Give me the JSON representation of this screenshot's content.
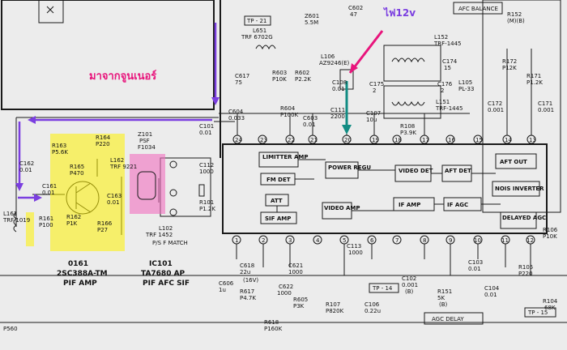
{
  "annotations": {
    "power_12v": "ไฟ12v",
    "from_tuner": "มาจากจูนเนอร์"
  },
  "colors": {
    "pink": "#e8157c",
    "purple": "#7b3fe0",
    "teal": "#128c83",
    "yellow": "#fff200",
    "magenta": "#f26fc0"
  },
  "blocks": {
    "limiter_amp": "LIMITTER AMP",
    "fm_det": "FM DET",
    "att": "ATT",
    "sif_amp": "SIF AMP",
    "power_regu": "POWER REGU",
    "video_det": "VIDEO DET",
    "aft_det": "AFT DET",
    "aft_out": "AFT OUT",
    "nois_inverter": "NOIS INVERTER",
    "video_amp": "VIDEO AMP",
    "if_amp": "IF AMP",
    "if_agc": "IF AGC",
    "delayed_agc": "DELAYED AGC",
    "agc_delay": "AGC DELAY",
    "afc_balance": "AFC BALANCE",
    "ps_f_match": "P/S F MATCH"
  },
  "ic": {
    "name": "IC101",
    "part": "TA7680 AP",
    "desc": "PIF AFC SIF"
  },
  "transistor": {
    "name": "0161",
    "part": "2SC388A-TM",
    "desc": "PIF AMP"
  },
  "test_points": {
    "tp21": "TP - 21",
    "tp14": "TP - 14",
    "tp15": "TP - 15",
    "p560": "P560"
  },
  "labels": {
    "z601": "Z601",
    "z601v": "5.5M",
    "c602": "C602",
    "c602v": "47",
    "l651": "L651",
    "l651v": "TRF 6702G",
    "c617": "C617",
    "c617v": "75",
    "r603": "R603",
    "r603v": "P10K",
    "r602": "R602",
    "r602v": "P2.2K",
    "l106": "L106",
    "l106v": "AZ9246(E)",
    "l152": "L152",
    "l152v": "TRF-1445",
    "c174": "C174",
    "c174v": "15",
    "l105": "L105",
    "l105v": "PL-33",
    "c176": "C176",
    "c176v": "2",
    "c175": "C175",
    "c175v": "2",
    "l151": "L151",
    "l151v": "TRF-1445",
    "c108": "C108",
    "c108v": "0.01",
    "c111": "C111",
    "c111v": "2200",
    "c107": "C107",
    "c107v": "10u",
    "r108": "R108",
    "r108v": "P3.9K",
    "r152": "R152",
    "r152v": "(M)(B)",
    "r172": "R172",
    "r172v": "P12K",
    "r171": "R171",
    "r171v": "P1.2K",
    "c172": "C172",
    "c172v": "0.001",
    "c171": "C171",
    "c171v": "0.001",
    "c604": "C604",
    "c604v": "0.033",
    "r604": "R604",
    "r604v": "P100K",
    "c603": "C603",
    "c603v": "0.01",
    "c101": "C101",
    "c101v": "0.01",
    "r163": "R163",
    "r163v": "P5.6K",
    "r164": "R164",
    "r164v": "P220",
    "r165": "R165",
    "r165v": "P470",
    "l162": "L162",
    "l162v": "TRF 9221",
    "c162": "C162",
    "c162v": "0.01",
    "c161": "C161",
    "c161v": "0.01",
    "r161": "R161",
    "r161v": "P100",
    "r162": "R162",
    "r162v": "P1K",
    "r166": "R166",
    "r166v": "P27",
    "c163": "C163",
    "c163v": "0.01",
    "l161": "L161",
    "l161v": "TRF 1019",
    "z101": "Z101",
    "z101v": "PSF",
    "z101p": "F1034",
    "l102": "L102",
    "l102v": "TRF 1452",
    "c112": "C112",
    "c112v": "1000",
    "r101": "R101",
    "r101v": "P1.2K",
    "c618": "C618",
    "c618v": "22u",
    "c618r": "(16V)",
    "r617": "R617",
    "r617v": "P4.7K",
    "c606": "C606",
    "c606v": "1u",
    "c621": "C621",
    "c621v": "1000",
    "c622": "C622",
    "c622v": "1000",
    "r605": "R605",
    "r605v": "P3K",
    "r618": "R618",
    "r618v": "P160K",
    "c113": "C113",
    "c113v": "1000",
    "c102": "C102",
    "c102v": "0.001",
    "c102x": "(B)",
    "c103": "C103",
    "c103v": "0.01",
    "r151": "R151",
    "r151v": "5K",
    "r151x": "(B)",
    "c104": "C104",
    "c104v": "0.01",
    "r105": "R105",
    "r105v": "P220",
    "r106": "R106",
    "r106v": "P10K",
    "r104": "R104",
    "r104v": "68K",
    "r107": "R107",
    "r107v": "P820K",
    "c106": "C106",
    "c106v": "0.22u"
  },
  "pins_top": [
    "24",
    "23",
    "22",
    "21",
    "20",
    "19",
    "18",
    "17",
    "16",
    "15",
    "14",
    "13"
  ],
  "pins_bottom": [
    "1",
    "2",
    "3",
    "4",
    "5",
    "6",
    "7",
    "8",
    "9",
    "10",
    "11",
    "12"
  ]
}
